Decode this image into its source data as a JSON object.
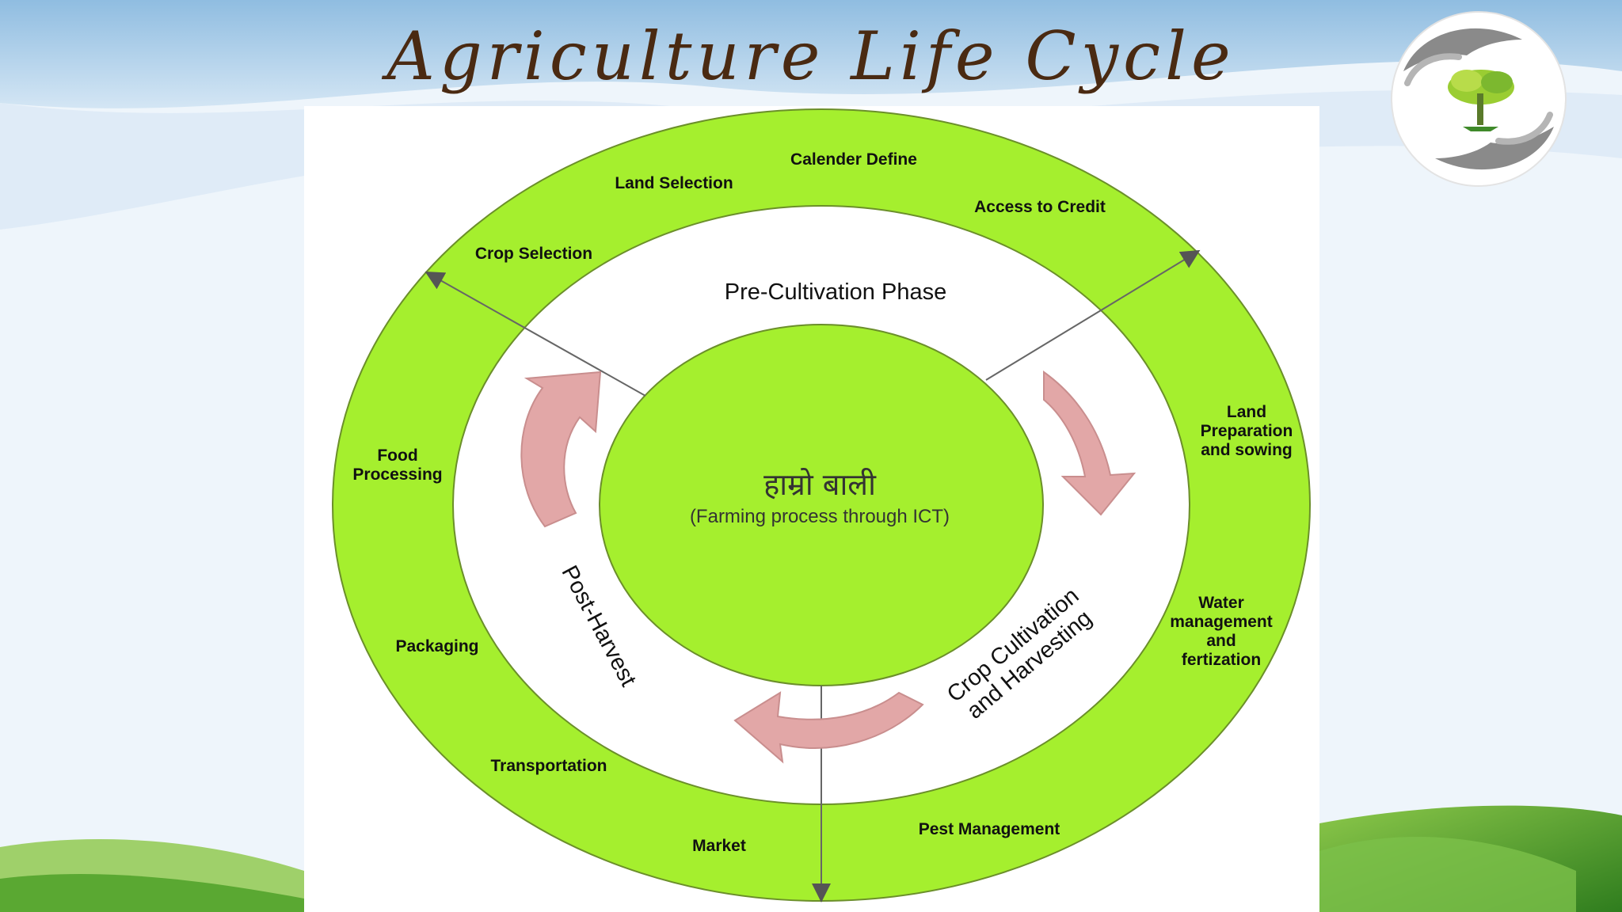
{
  "slide": {
    "title": "Agriculture Life Cycle"
  },
  "colors": {
    "ring_green": "#a5ef2e",
    "center_green": "#a5ef2e",
    "arrow_pink": "#e2a7a7",
    "title_brown": "#4a2a12",
    "sky_blue": "#8fbde0",
    "hill_green": "#4d9a2a"
  },
  "diagram": {
    "center_title": "हाम्रो बाली",
    "center_subtitle": "(Farming process through ICT)",
    "phases": {
      "pre_cultivation": "Pre-Cultivation Phase",
      "crop_cultivation_line1": "Crop Cultivation",
      "crop_cultivation_line2": "and Harvesting",
      "post_harvest": "Post-Harvest"
    },
    "outer_stages": {
      "calender_define": "Calender Define",
      "land_selection": "Land Selection",
      "access_to_credit": "Access to Credit",
      "crop_selection": "Crop Selection",
      "land_prep_line1": "Land",
      "land_prep_line2": "Preparation",
      "land_prep_line3": "and sowing",
      "food_processing_line1": "Food",
      "food_processing_line2": "Processing",
      "water_line1": "Water",
      "water_line2": "management",
      "water_line3": "and",
      "water_line4": "fertization",
      "packaging": "Packaging",
      "transportation": "Transportation",
      "market": "Market",
      "pest_management": "Pest Management"
    }
  },
  "logo": {
    "icon": "tree-in-hands-icon"
  }
}
